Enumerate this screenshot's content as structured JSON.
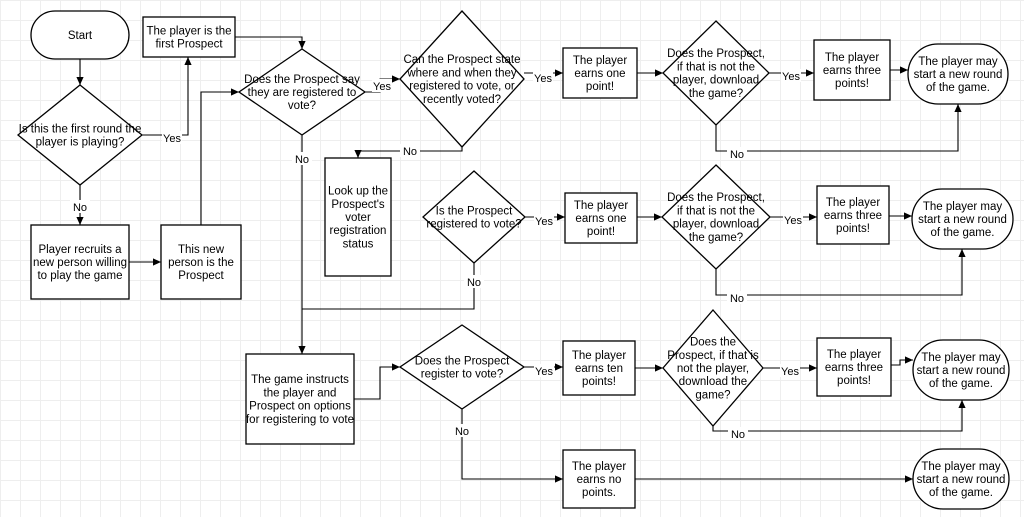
{
  "nodes": {
    "start": "Start",
    "first_prospect": [
      "The player is the",
      "first Prospect"
    ],
    "first_round": [
      "Is this the first round the",
      "player is playing?"
    ],
    "recruit": [
      "Player recruits a",
      "new person willing",
      "to play the game"
    ],
    "new_prospect": [
      "This new",
      "person is the",
      "Prospect"
    ],
    "say_registered": [
      "Does the Prospect say",
      "they are registered to",
      "vote?"
    ],
    "state_where": [
      "Can the Prospect state",
      "where and when they",
      "registered to vote, or",
      "recently voted?"
    ],
    "earn_one_a": [
      "The player",
      "earns one",
      "point!"
    ],
    "download_a": [
      "Does the Prospect,",
      "if that is not the",
      "player, download",
      "the game?"
    ],
    "earn_three_a": [
      "The player",
      "earns three",
      "points!"
    ],
    "new_round_a": [
      "The player may",
      "start a new round",
      "of the game."
    ],
    "lookup": [
      "Look up the",
      "Prospect's",
      "voter",
      "registration",
      "status"
    ],
    "is_registered": [
      "Is the Prospect",
      "registered to vote?"
    ],
    "earn_one_b": [
      "The player",
      "earns one",
      "point!"
    ],
    "download_b": [
      "Does the Prospect,",
      "if that is not the",
      "player, download",
      "the game?"
    ],
    "earn_three_b": [
      "The player",
      "earns three",
      "points!"
    ],
    "new_round_b": [
      "The player may",
      "start a new round",
      "of the game."
    ],
    "instructs": [
      "The game instructs",
      "the player and",
      "Prospect on options",
      "for registering to vote"
    ],
    "register": [
      "Does the Prospect",
      "register to vote?"
    ],
    "earn_ten": [
      "The player",
      "earns ten",
      "points!"
    ],
    "download_c": [
      "Does the",
      "Prospect, if that is",
      "not the player,",
      "download the",
      "game?"
    ],
    "earn_three_c": [
      "The player",
      "earns three",
      "points!"
    ],
    "new_round_c": [
      "The player may",
      "start a new round",
      "of the game."
    ],
    "earn_none": [
      "The player",
      "earns no",
      "points."
    ],
    "new_round_d": [
      "The player may",
      "start a new round",
      "of the game."
    ]
  },
  "edge_labels": {
    "yes": "Yes",
    "no": "No"
  }
}
